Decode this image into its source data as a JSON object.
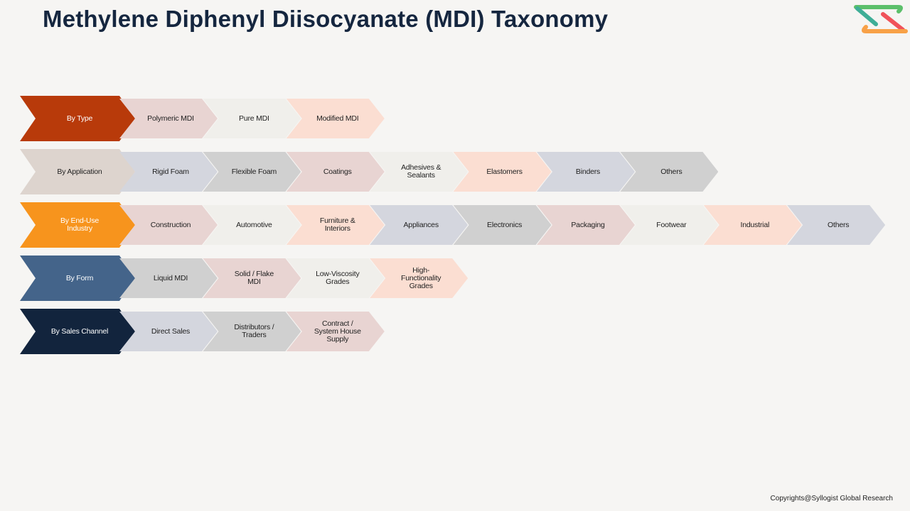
{
  "title": "Methylene Diphenyl Diisocyanate (MDI) Taxonomy",
  "logo": {
    "icon": "syllogist-logo",
    "colors": [
      "#5cbf6a",
      "#3fae97",
      "#f0525a",
      "#f8a147"
    ]
  },
  "copyright": "Copyrights@Syllogist Global Research",
  "rows": [
    {
      "label": "By Type",
      "color": "#b83a0a",
      "text_color": "#ffffff",
      "items": [
        {
          "label": "Polymeric MDI",
          "color": "#e8d4d2"
        },
        {
          "label": "Pure MDI",
          "color": "#f0efeb"
        },
        {
          "label": "Modified MDI",
          "color": "#fbded2"
        }
      ]
    },
    {
      "label": "By Application",
      "color": "#ddd4ce",
      "text_color": "#222222",
      "items": [
        {
          "label": "Rigid Foam",
          "color": "#d4d6de"
        },
        {
          "label": "Flexible Foam",
          "color": "#d0d0d0"
        },
        {
          "label": "Coatings",
          "color": "#e8d4d2"
        },
        {
          "label": "Adhesives &\nSealants",
          "color": "#f0efeb"
        },
        {
          "label": "Elastomers",
          "color": "#fbded2"
        },
        {
          "label": "Binders",
          "color": "#d4d6de"
        },
        {
          "label": "Others",
          "color": "#d0d0d0"
        }
      ]
    },
    {
      "label": "By End-Use\nIndustry",
      "color": "#f7941d",
      "text_color": "#ffffff",
      "items": [
        {
          "label": "Construction",
          "color": "#e8d4d2"
        },
        {
          "label": "Automotive",
          "color": "#f0efeb"
        },
        {
          "label": "Furniture &\nInteriors",
          "color": "#fbded2"
        },
        {
          "label": "Appliances",
          "color": "#d4d6de"
        },
        {
          "label": "Electronics",
          "color": "#d0d0d0"
        },
        {
          "label": "Packaging",
          "color": "#e8d4d2"
        },
        {
          "label": "Footwear",
          "color": "#f0efeb"
        },
        {
          "label": "Industrial",
          "color": "#fbded2"
        },
        {
          "label": "Others",
          "color": "#d4d6de"
        }
      ]
    },
    {
      "label": "By Form",
      "color": "#44648a",
      "text_color": "#ffffff",
      "items": [
        {
          "label": "Liquid MDI",
          "color": "#d0d0d0"
        },
        {
          "label": "Solid / Flake\nMDI",
          "color": "#e8d4d2"
        },
        {
          "label": "Low-Viscosity\nGrades",
          "color": "#f0efeb"
        },
        {
          "label": "High-\nFunctionality\nGrades",
          "color": "#fbded2"
        }
      ]
    },
    {
      "label": "By Sales Channel",
      "color": "#12243d",
      "text_color": "#ffffff",
      "items": [
        {
          "label": "Direct Sales",
          "color": "#d4d6de"
        },
        {
          "label": "Distributors /\nTraders",
          "color": "#d0d0d0"
        },
        {
          "label": "Contract /\nSystem House\nSupply",
          "color": "#e8d4d2"
        }
      ]
    }
  ]
}
